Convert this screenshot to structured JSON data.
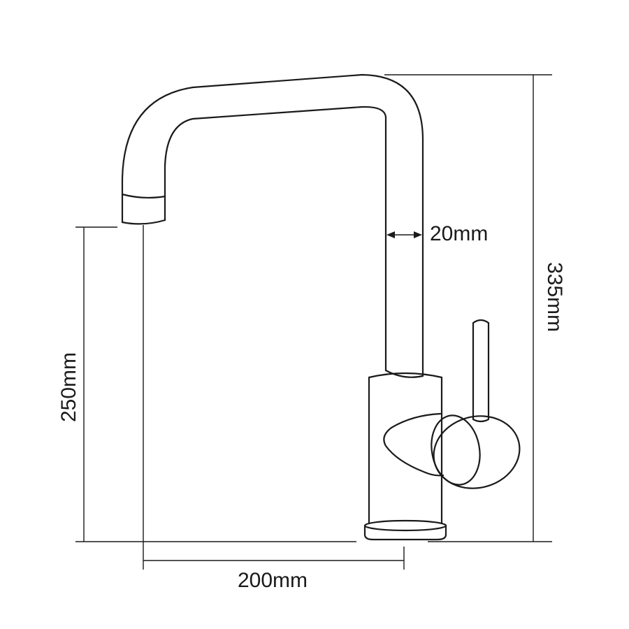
{
  "dimensions": {
    "spout_height": "250mm",
    "total_height": "335mm",
    "reach": "200mm",
    "pipe_diameter": "20mm"
  }
}
